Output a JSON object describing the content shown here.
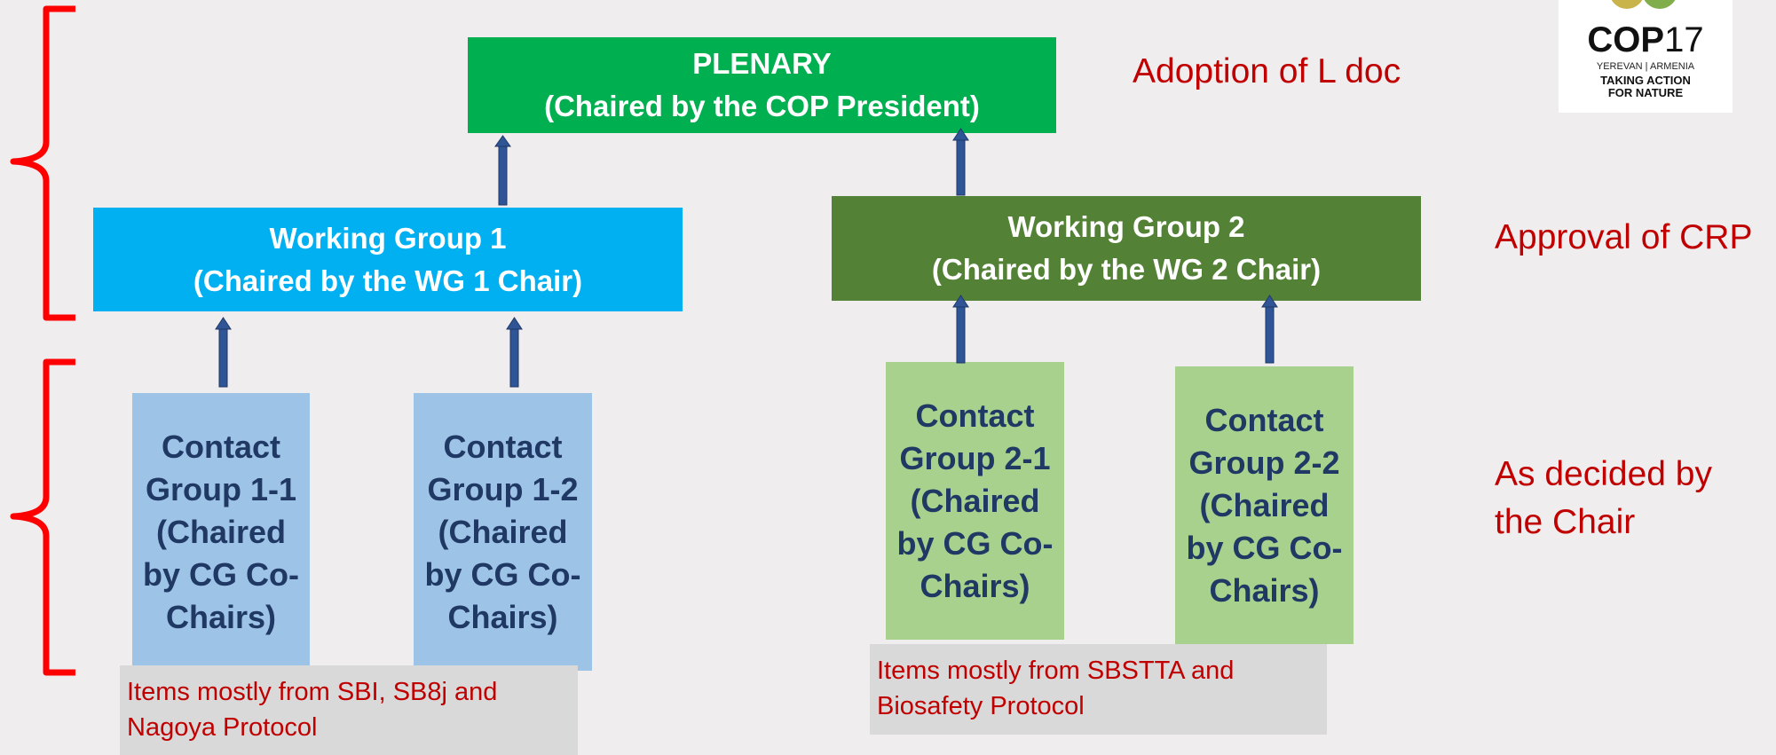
{
  "plenary": {
    "line1": "PLENARY",
    "line2": "(Chaired by the COP President)"
  },
  "wg1": {
    "line1": "Working Group 1",
    "line2": "(Chaired by the WG 1 Chair)"
  },
  "wg2": {
    "line1": "Working Group 2",
    "line2": "(Chaired by the WG 2 Chair)"
  },
  "contact_groups": [
    {
      "lines": [
        "Contact",
        "Group 1-1",
        "(Chaired",
        "by CG Co-",
        "Chairs)"
      ]
    },
    {
      "lines": [
        "Contact",
        "Group 1-2",
        "(Chaired",
        "by CG Co-",
        "Chairs)"
      ]
    },
    {
      "lines": [
        "Contact",
        "Group 2-1",
        "(Chaired",
        "by CG Co-",
        "Chairs)"
      ]
    },
    {
      "lines": [
        "Contact",
        "Group 2-2",
        "(Chaired",
        "by CG Co-",
        "Chairs)"
      ]
    }
  ],
  "notes": {
    "wg1": {
      "line1": "Items mostly from SBI, SB8j and",
      "line2": "Nagoya Protocol"
    },
    "wg2": {
      "line1": "Items mostly from SBSTTA and",
      "line2": "Biosafety Protocol"
    }
  },
  "labels": {
    "adoption": "Adoption of L doc",
    "approval": "Approval of CRP",
    "decided_line1": "As decided by",
    "decided_line2": "the Chair"
  },
  "logo": {
    "title_bold": "COP",
    "title_num": "17",
    "subtitle": "YEREVAN | ARMENIA",
    "tagline1": "TAKING ACTION",
    "tagline2": "FOR NATURE"
  },
  "colors": {
    "plenary": "#00b050",
    "wg1": "#00b0f0",
    "wg2": "#538135",
    "cg_blue": "#9dc3e6",
    "cg_green": "#a9d18e",
    "label_red": "#c00000",
    "bracket_red": "#ff0000",
    "arrow": "#2f5597"
  }
}
